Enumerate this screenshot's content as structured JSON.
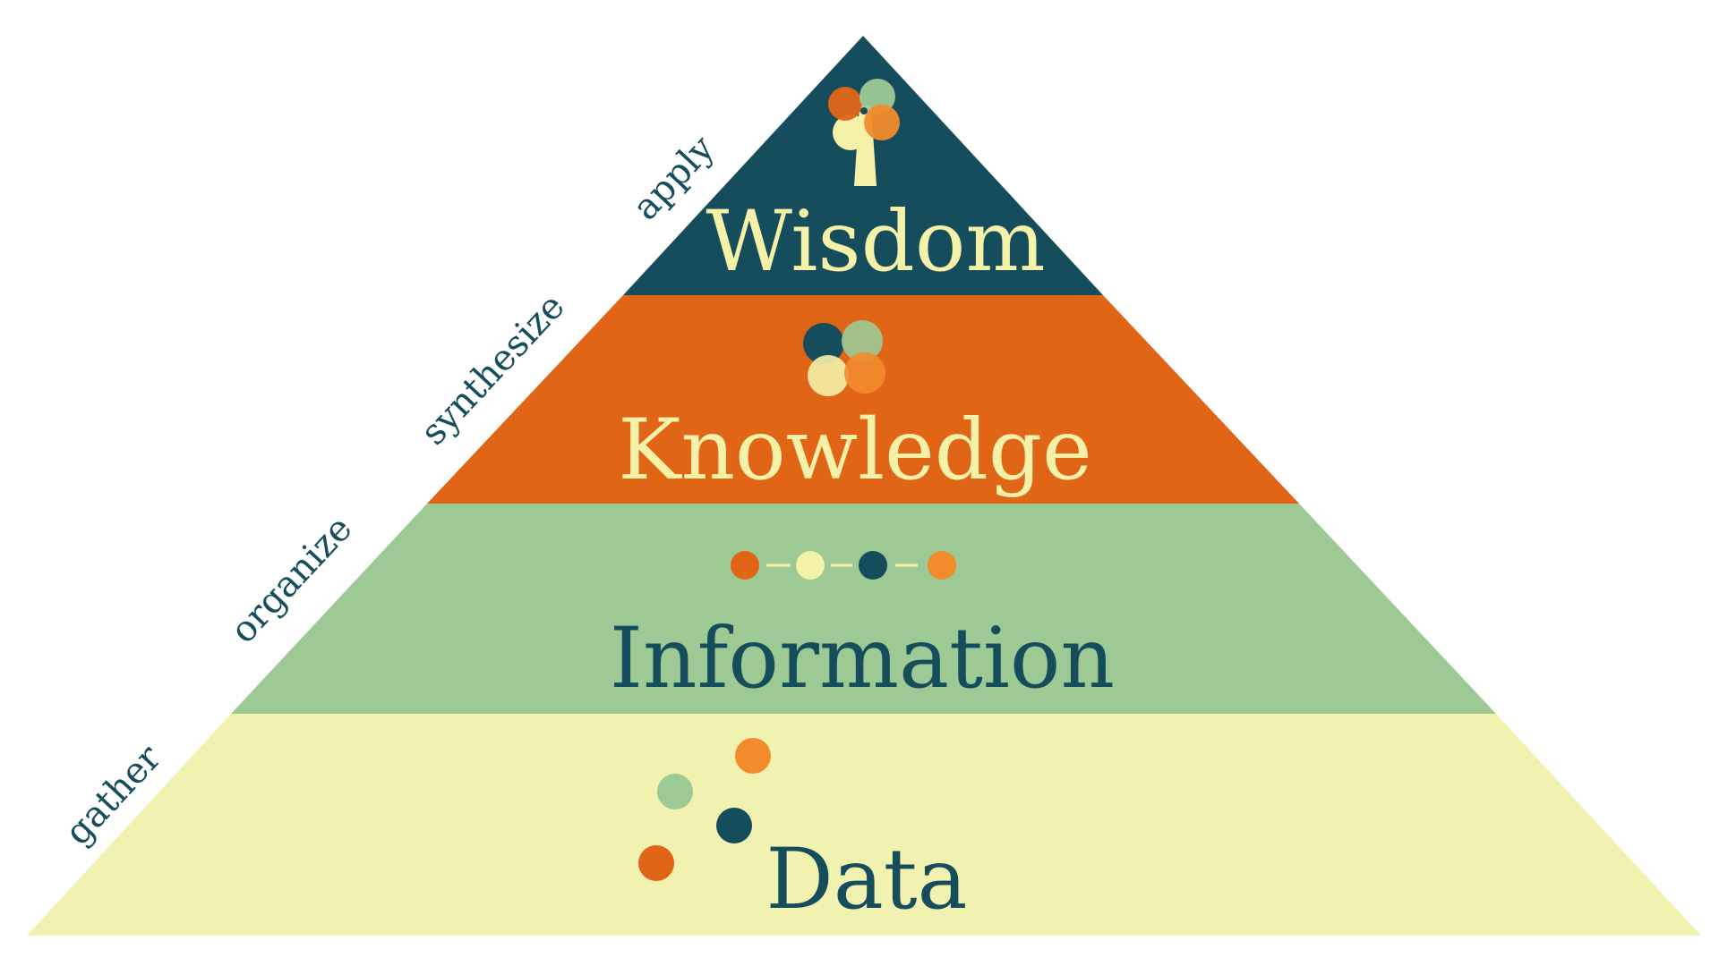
{
  "colors": {
    "wisdom": "#154d5c",
    "knowledge": "#e06516",
    "information": "#9dc995",
    "data": "#f2f2b0",
    "cream": "#f5f1a8",
    "orange": "#f28b2c",
    "dark_orange": "#e06516",
    "green": "#9dc995",
    "teal": "#154d5c"
  },
  "tiers": [
    {
      "label": "Wisdom",
      "icon": "tree-icon"
    },
    {
      "label": "Knowledge",
      "icon": "overlapping-circles-icon"
    },
    {
      "label": "Information",
      "icon": "connected-dots-icon"
    },
    {
      "label": "Data",
      "icon": "scattered-dots-icon"
    }
  ],
  "side_labels": [
    "apply",
    "synthesize",
    "organize",
    "gather"
  ]
}
